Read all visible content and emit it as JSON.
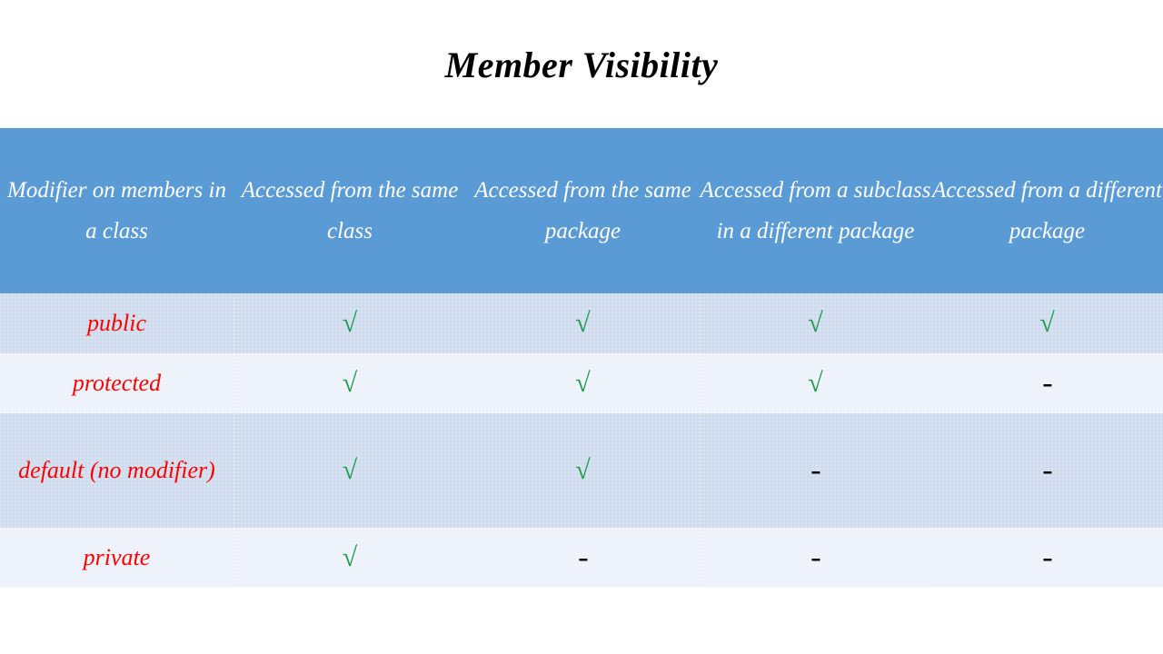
{
  "slide": {
    "title": "Member Visibility",
    "background_color": "#FFFFFF"
  },
  "colors": {
    "header_blue": "#5B9BD5",
    "row_odd": "#CEDCEE",
    "row_even": "#EDF1FA",
    "modifier_red": "#FF0000",
    "check_green": "#1F9950",
    "dash_black": "#000000",
    "header_text": "#FFFFFF"
  },
  "table": {
    "headers": [
      "Modifier on members in a class",
      "Accessed from the same class",
      "Accessed from the same package",
      "Accessed from a subclass in a different package",
      "Accessed from a different package"
    ],
    "rows": [
      {
        "modifier": "public",
        "cells": [
          "√",
          "√",
          "√",
          "√"
        ],
        "marks": [
          "yes",
          "yes",
          "yes",
          "yes"
        ]
      },
      {
        "modifier": "protected",
        "cells": [
          "√",
          "√",
          "√",
          "-"
        ],
        "marks": [
          "yes",
          "yes",
          "yes",
          "no"
        ]
      },
      {
        "modifier": "default (no modifier)",
        "cells": [
          "√",
          "√",
          "-",
          "-"
        ],
        "marks": [
          "yes",
          "yes",
          "no",
          "no"
        ]
      },
      {
        "modifier": "private",
        "cells": [
          "√",
          "-",
          "-",
          "-"
        ],
        "marks": [
          "yes",
          "no",
          "no",
          "no"
        ]
      }
    ]
  },
  "legend": {
    "yes_symbol": "√",
    "no_symbol": "-"
  }
}
